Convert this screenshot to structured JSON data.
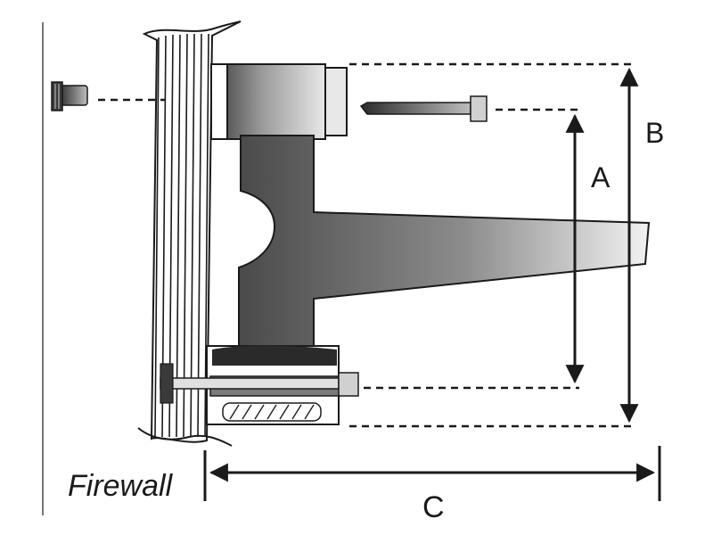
{
  "labels": {
    "a": "A",
    "b": "B",
    "c": "C",
    "firewall": "Firewall"
  },
  "colors": {
    "ink": "#1a1a1a",
    "metal_dark": "#4a4a4a",
    "metal_light": "#f2f2f2"
  }
}
